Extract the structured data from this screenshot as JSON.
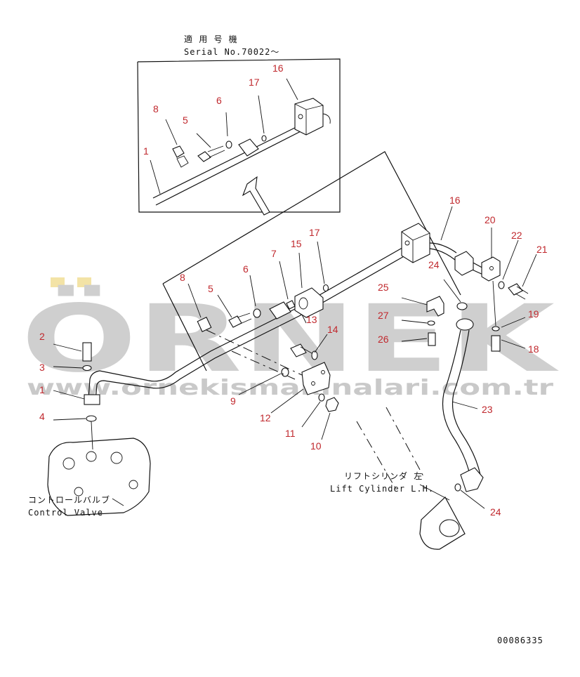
{
  "notes": {
    "applicable_machine_jp": "適 用 号 機",
    "serial": "Serial No.70022～",
    "lift_cylinder_jp": "リフトシリンダ 左",
    "lift_cylinder_en": "Lift Cylinder L.H.",
    "control_valve_jp": "コントロールバルブ",
    "control_valve_en": "Control Valve",
    "drawing_number": "00086335"
  },
  "watermark": {
    "brand": "ÖRNEK",
    "url": "www.ornekismakinalari.com.tr",
    "color": "#c9c9c9",
    "accent": "#f3e3a6"
  },
  "callouts": {
    "inset": [
      {
        "id": "c-inset-1",
        "label": "1"
      },
      {
        "id": "c-inset-5",
        "label": "5"
      },
      {
        "id": "c-inset-6",
        "label": "6"
      },
      {
        "id": "c-inset-8",
        "label": "8"
      },
      {
        "id": "c-inset-16",
        "label": "16"
      },
      {
        "id": "c-inset-17",
        "label": "17"
      }
    ],
    "main": [
      {
        "id": "c-1",
        "label": "1"
      },
      {
        "id": "c-2",
        "label": "2"
      },
      {
        "id": "c-3",
        "label": "3"
      },
      {
        "id": "c-4",
        "label": "4"
      },
      {
        "id": "c-5",
        "label": "5"
      },
      {
        "id": "c-6",
        "label": "6"
      },
      {
        "id": "c-7",
        "label": "7"
      },
      {
        "id": "c-8",
        "label": "8"
      },
      {
        "id": "c-9",
        "label": "9"
      },
      {
        "id": "c-10",
        "label": "10"
      },
      {
        "id": "c-11",
        "label": "11"
      },
      {
        "id": "c-12",
        "label": "12"
      },
      {
        "id": "c-13",
        "label": "13"
      },
      {
        "id": "c-14",
        "label": "14"
      },
      {
        "id": "c-15",
        "label": "15"
      },
      {
        "id": "c-16",
        "label": "16"
      },
      {
        "id": "c-17",
        "label": "17"
      },
      {
        "id": "c-18",
        "label": "18"
      },
      {
        "id": "c-19",
        "label": "19"
      },
      {
        "id": "c-20",
        "label": "20"
      },
      {
        "id": "c-21",
        "label": "21"
      },
      {
        "id": "c-22",
        "label": "22"
      },
      {
        "id": "c-23",
        "label": "23"
      },
      {
        "id": "c-24a",
        "label": "24"
      },
      {
        "id": "c-24b",
        "label": "24"
      },
      {
        "id": "c-25",
        "label": "25"
      },
      {
        "id": "c-26",
        "label": "26"
      },
      {
        "id": "c-27",
        "label": "27"
      }
    ]
  },
  "colors": {
    "callout": "#c0282d",
    "line": "#111111"
  }
}
